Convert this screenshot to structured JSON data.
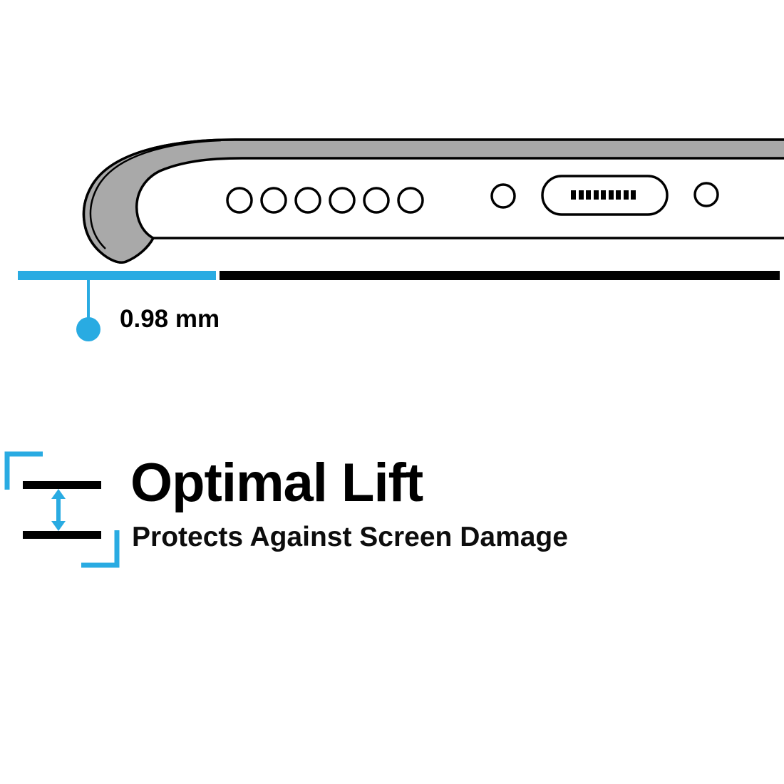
{
  "colors": {
    "accent": "#29abe2",
    "ink": "#000000",
    "case_gray": "#a9a9a9"
  },
  "diagram": {
    "measurement_label": "0.98 mm"
  },
  "feature": {
    "title": "Optimal Lift",
    "subtitle": "Protects Against Screen Damage"
  }
}
